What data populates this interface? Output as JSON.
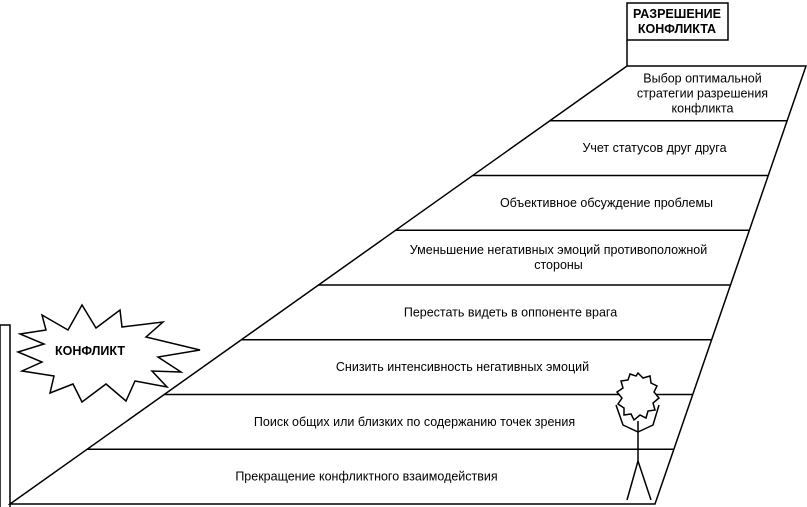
{
  "top_box": {
    "lines": [
      "РАЗРЕШЕНИЕ",
      "КОНФЛИКТА"
    ]
  },
  "conflict_burst": {
    "label": "КОНФЛИКТ"
  },
  "steps": [
    {
      "lines": [
        "Прекращение конфликтного взаимодействия"
      ]
    },
    {
      "lines": [
        "Поиск общих или близких по содержанию точек зрения"
      ]
    },
    {
      "lines": [
        "Снизить интенсивность негативных эмоций"
      ]
    },
    {
      "lines": [
        "Перестать видеть в оппоненте врага"
      ]
    },
    {
      "lines": [
        "Уменьшение негативных эмоций противоположной",
        "стороны"
      ]
    },
    {
      "lines": [
        "Объективное обсуждение проблемы"
      ]
    },
    {
      "lines": [
        "Учет статусов друг друга"
      ]
    },
    {
      "lines": [
        "Выбор оптимальной",
        "стратегии разрешения",
        "конфликта"
      ]
    }
  ],
  "colors": {
    "stroke": "#000000",
    "background": "#ffffff"
  },
  "icons": {
    "figure": "stick-figure-icon",
    "burst": "explosion-burst-icon"
  }
}
